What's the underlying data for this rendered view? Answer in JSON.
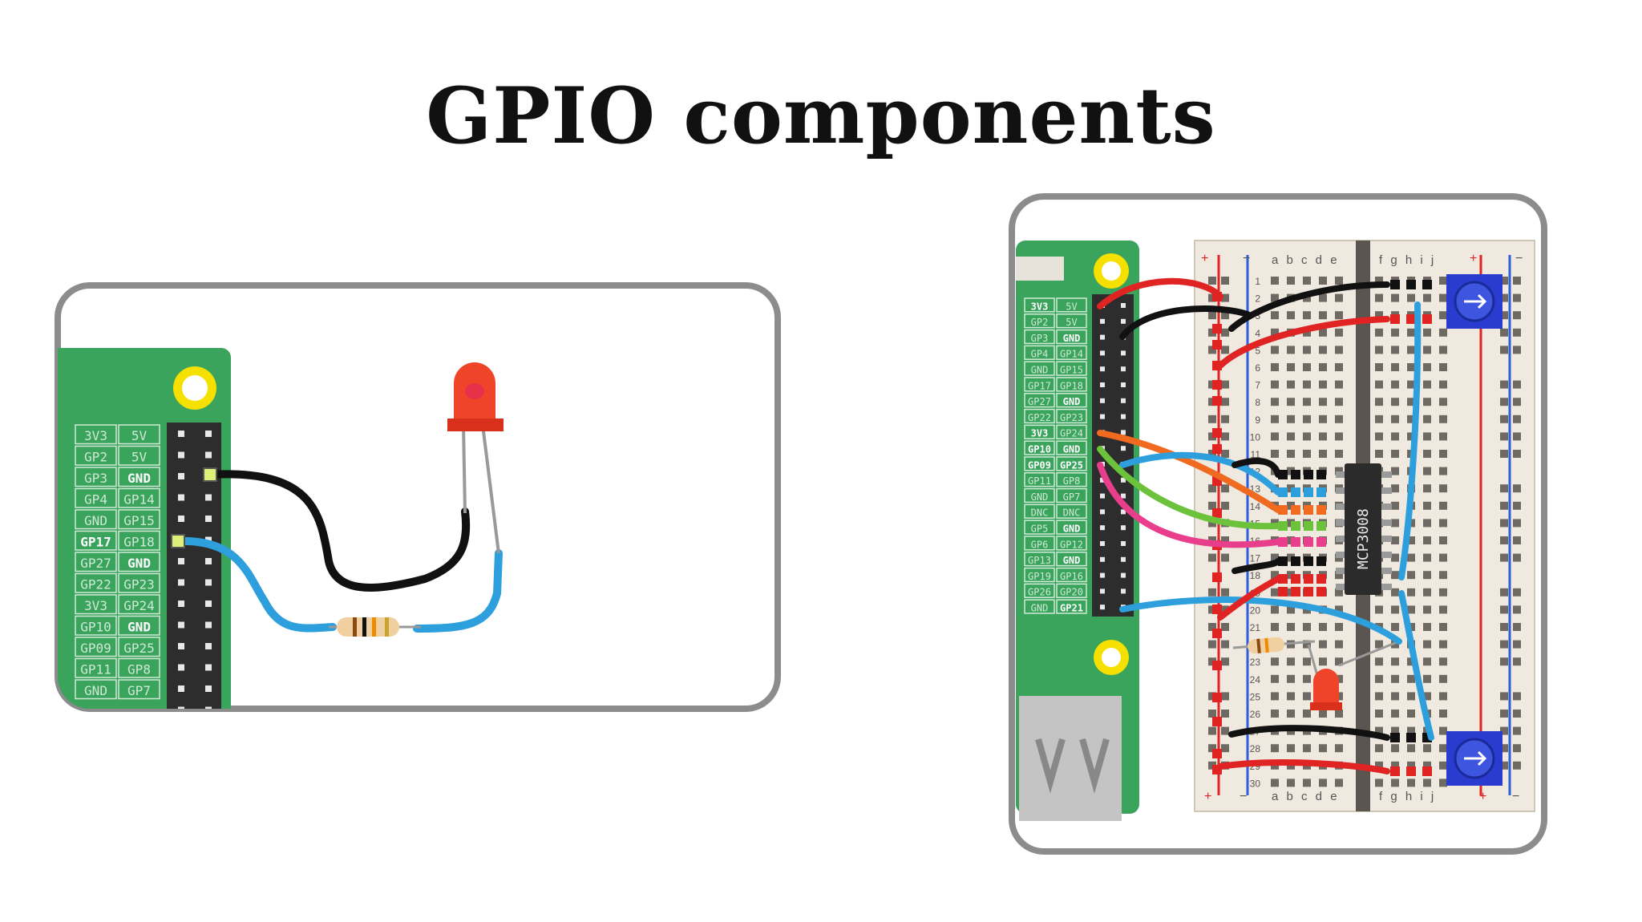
{
  "title": "GPIO components",
  "left_panel": {
    "pins_left": [
      "3V3",
      "GP2",
      "GP3",
      "GP4",
      "GND",
      "GP17",
      "GP27",
      "GP22",
      "3V3",
      "GP10",
      "GP09",
      "GP11",
      "GND"
    ],
    "pins_right": [
      "5V",
      "5V",
      "GND",
      "GP14",
      "GP15",
      "GP18",
      "GND",
      "GP23",
      "GP24",
      "GND",
      "GP25",
      "GP8",
      "GP7"
    ],
    "highlight_left": [
      "GP17"
    ],
    "highlight_right": [
      "GND"
    ]
  },
  "right_panel": {
    "pins_left": [
      "3V3",
      "GP2",
      "GP3",
      "GP4",
      "GND",
      "GP17",
      "GP27",
      "GP22",
      "3V3",
      "GP10",
      "GP09",
      "GP11",
      "GND",
      "DNC",
      "GP5",
      "GP6",
      "GP13",
      "GP19",
      "GP26",
      "GND"
    ],
    "pins_right": [
      "5V",
      "5V",
      "GND",
      "GP14",
      "GP15",
      "GP18",
      "GND",
      "GP23",
      "GP24",
      "GND",
      "GP25",
      "GP8",
      "GP7",
      "DNC",
      "GND",
      "GP12",
      "GND",
      "GP16",
      "GP20",
      "GP21"
    ],
    "highlight_left": [
      "3V3",
      "GP10",
      "GP09"
    ],
    "highlight_right": [
      "GND",
      "GP25",
      "GP21"
    ],
    "breadboard_cols_left": "a b c d e",
    "breadboard_cols_right": "f g h i j",
    "rail_plus": "+",
    "rail_minus": "−",
    "row_numbers": [
      "1",
      "2",
      "3",
      "4",
      "5",
      "6",
      "7",
      "8",
      "9",
      "10",
      "11",
      "12",
      "13",
      "14",
      "15",
      "16",
      "17",
      "18",
      "19",
      "20",
      "21",
      "22",
      "23",
      "24",
      "25",
      "26",
      "27",
      "28",
      "29",
      "30"
    ],
    "chip_label": "MCP3008"
  },
  "colors": {
    "board_green": "#3aa35c",
    "header_dark": "#2d2d2d",
    "frame_gray": "#8c8c8c",
    "wire_black": "#111111",
    "wire_blue": "#2d9fdc",
    "wire_red": "#e02424",
    "wire_orange": "#f06a1f",
    "wire_green": "#6cc23a",
    "wire_pink": "#e83e8c",
    "led_red": "#f0442a",
    "pot_blue": "#2a3ccf"
  }
}
